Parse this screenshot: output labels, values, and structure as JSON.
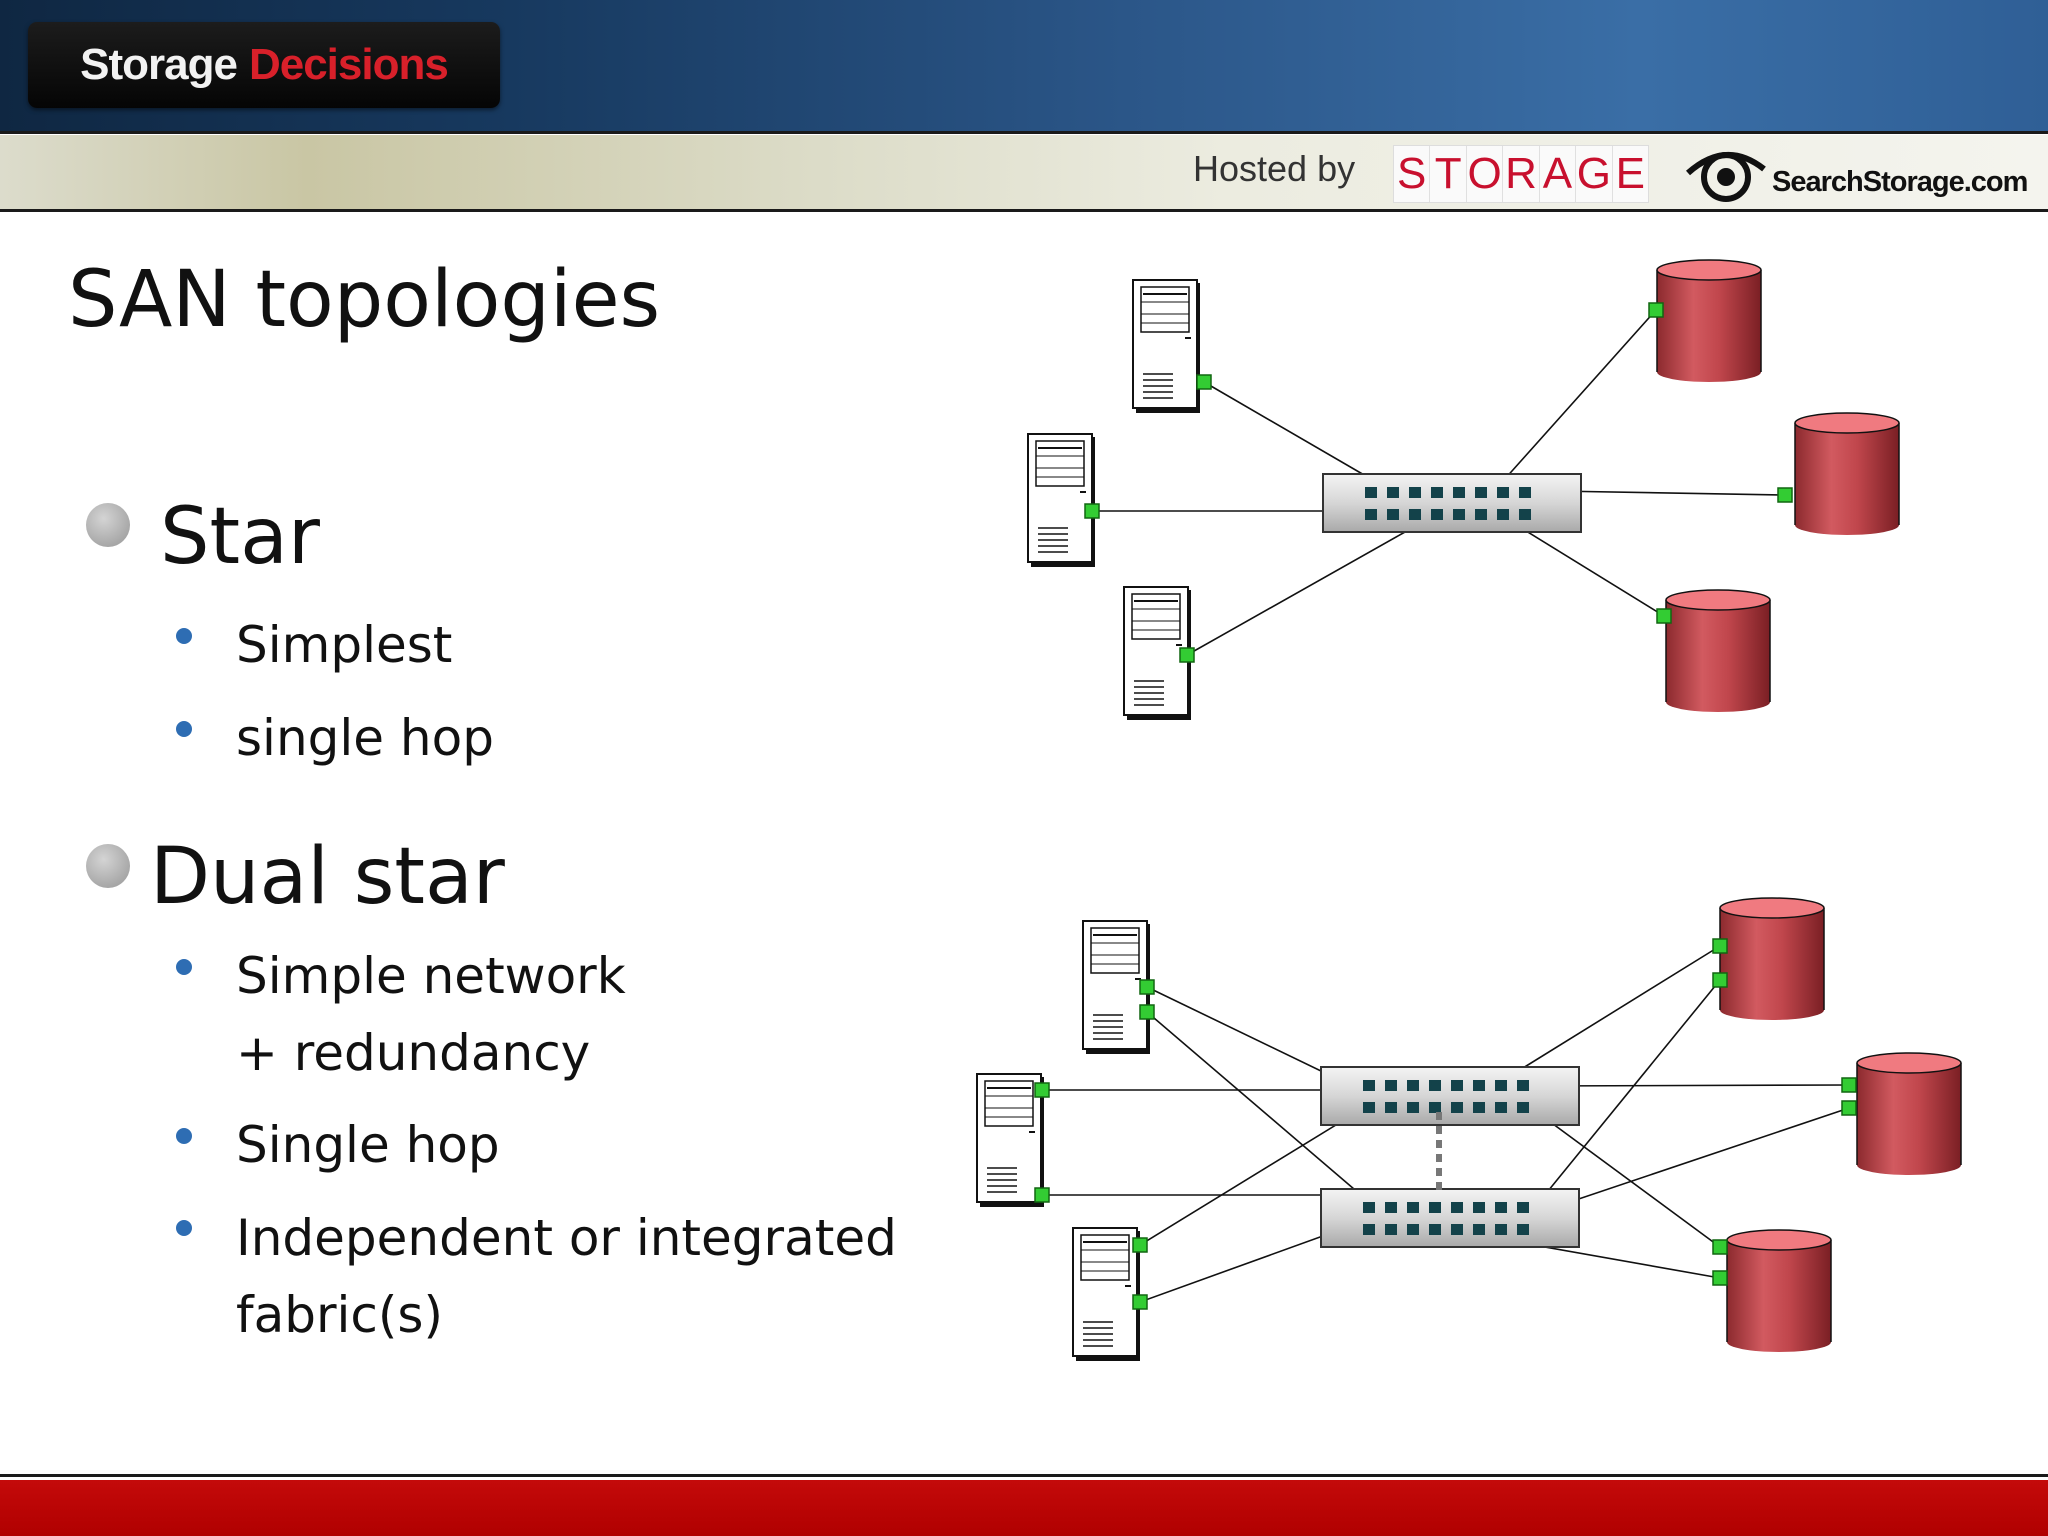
{
  "header": {
    "brand_primary": "Storage",
    "brand_secondary": "Decisions",
    "hosted_by": "Hosted by",
    "storage_letters": [
      "S",
      "T",
      "O",
      "R",
      "A",
      "G",
      "E"
    ],
    "partner_site": "SearchStorage.com"
  },
  "slide": {
    "title": "SAN topologies",
    "sections": [
      {
        "heading": "Star",
        "points": [
          {
            "lines": [
              "Simplest"
            ]
          },
          {
            "lines": [
              "single hop"
            ]
          }
        ]
      },
      {
        "heading": "Dual star",
        "points": [
          {
            "lines": [
              "Simple network",
              "+ redundancy"
            ]
          },
          {
            "lines": [
              "Single hop"
            ]
          },
          {
            "lines": [
              "Independent or integrated",
              "fabric(s)"
            ]
          }
        ]
      }
    ]
  },
  "colors": {
    "brand_red": "#d8202a",
    "header_blue": "#2b5688",
    "footer_red": "#c40a0a",
    "bullet_blue": "#2e6db3",
    "port_green": "#33cc33",
    "disk_red": "#c0464c"
  }
}
